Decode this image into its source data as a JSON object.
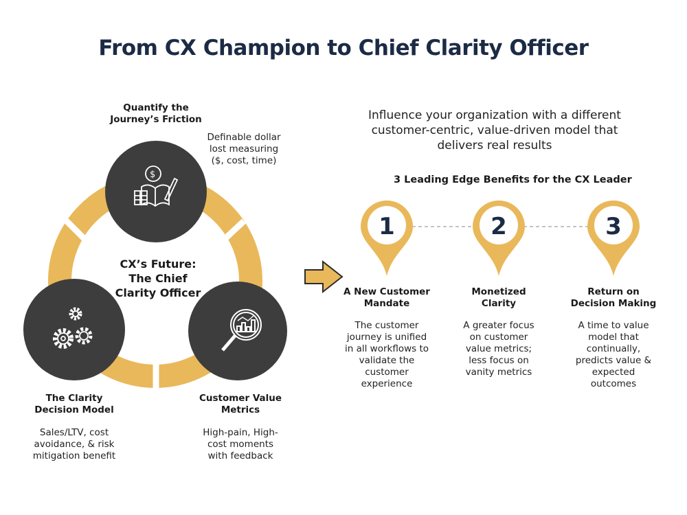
{
  "title": "From CX Champion to Chief Clarity Officer",
  "colors": {
    "gold": "#e9b85a",
    "dark": "#3d3d3d",
    "navy": "#1c2b45"
  },
  "cycle": {
    "center_title": [
      "CX’s Future:",
      "The Chief",
      "Clarity Officer"
    ],
    "nodes": [
      {
        "icon": "dollar-book-icon",
        "heading": [
          "Quantify the",
          "Journey’s Friction"
        ],
        "text": [
          "Definable dollar",
          "lost measuring",
          "($, cost, time)"
        ]
      },
      {
        "icon": "gears-icon",
        "heading": [
          "The Clarity",
          "Decision Model"
        ],
        "text": [
          "Sales/LTV, cost",
          "avoidance, & risk",
          "mitigation benefit"
        ]
      },
      {
        "icon": "magnifier-chart-icon",
        "heading": [
          "Customer Value",
          "Metrics"
        ],
        "text": [
          "High-pain, High-",
          "cost moments",
          "with feedback"
        ]
      }
    ]
  },
  "intro": [
    "Influence your organization with a different",
    "customer-centric, value-driven model that",
    "delivers real results"
  ],
  "benefits_title": "3 Leading Edge Benefits for the CX Leader",
  "benefits": [
    {
      "number": "1",
      "heading": [
        "A New Customer",
        "Mandate"
      ],
      "text": [
        "The customer",
        "journey is unified",
        "in all workflows to",
        "validate the",
        "customer",
        "experience"
      ]
    },
    {
      "number": "2",
      "heading": [
        "Monetized",
        "Clarity"
      ],
      "text": [
        "A greater focus",
        "on customer",
        "value metrics;",
        "less focus on",
        "vanity metrics"
      ]
    },
    {
      "number": "3",
      "heading": [
        "Return on",
        "Decision Making"
      ],
      "text": [
        "A time to value",
        "model that",
        "continually,",
        "predicts value &",
        "expected",
        "outcomes"
      ]
    }
  ]
}
